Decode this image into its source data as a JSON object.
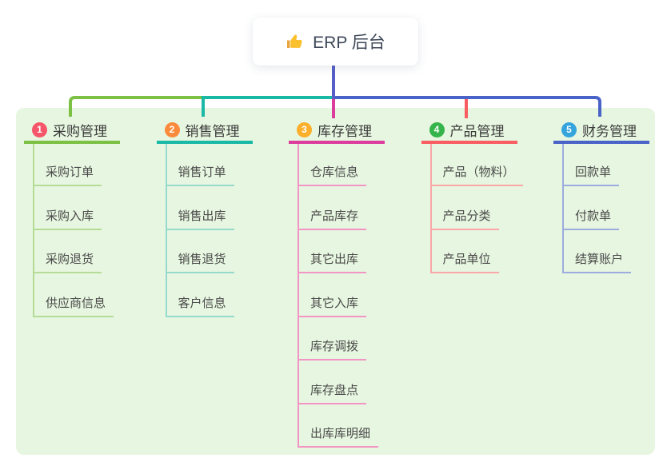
{
  "root": {
    "label": "ERP 后台",
    "icon": "thumbs-up-icon"
  },
  "theme": {
    "panel_bg": "#e7f6e0",
    "root_line_color": "#5560c6",
    "card_bg": "#ffffff",
    "title_text_color": "#3b3b3b",
    "child_text_color": "#4a4a4a",
    "thumb_color": "#fbc02d"
  },
  "branches": [
    {
      "badge": "1",
      "badge_color": "#f6566a",
      "label": "采购管理",
      "line_color": "#7cc144",
      "child_line_color": "#b5dc96",
      "children": [
        "采购订单",
        "采购入库",
        "采购退货",
        "供应商信息"
      ]
    },
    {
      "badge": "2",
      "badge_color": "#fb8b3c",
      "label": "销售管理",
      "line_color": "#19b9a6",
      "child_line_color": "#95dacd",
      "children": [
        "销售订单",
        "销售出库",
        "销售退货",
        "客户信息"
      ]
    },
    {
      "badge": "3",
      "badge_color": "#fbaf2b",
      "label": "库存管理",
      "line_color": "#dc3d9d",
      "child_line_color": "#f295c5",
      "children": [
        "仓库信息",
        "产品库存",
        "其它出库",
        "其它入库",
        "库存调拨",
        "库存盘点",
        "出库库明细"
      ]
    },
    {
      "badge": "4",
      "badge_color": "#34b44a",
      "label": "产品管理",
      "line_color": "#f85d62",
      "child_line_color": "#fba6a9",
      "children": [
        "产品（物料）",
        "产品分类",
        "产品单位"
      ]
    },
    {
      "badge": "5",
      "badge_color": "#35a4dd",
      "label": "财务管理",
      "line_color": "#4a63c8",
      "child_line_color": "#9dacdf",
      "children": [
        "回款单",
        "付款单",
        "结算账户"
      ]
    }
  ]
}
